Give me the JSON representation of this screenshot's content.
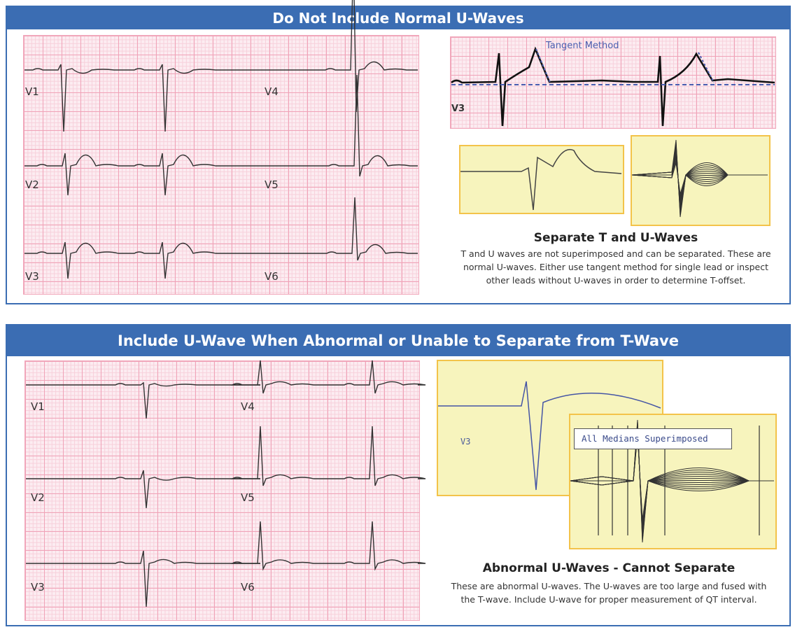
{
  "section1": {
    "title": "Do Not Include Normal U-Waves",
    "leads": [
      "V1",
      "V2",
      "V3",
      "V4",
      "V5",
      "V6"
    ],
    "tangent_label": "Tangent Method",
    "tangent_lead": "V3",
    "subtitle": "Separate T and U-Waves",
    "description_lines": [
      "T and U waves are not superimposed and can be separated. These are",
      "normal U-waves. Either use tangent method for single lead or inspect",
      "other leads without U-waves in order to determine T-offset."
    ]
  },
  "section2": {
    "title": "Include U-Wave When Abnormal or Unable to Separate from T-Wave",
    "leads": [
      "V1",
      "V2",
      "V3",
      "V4",
      "V5",
      "V6"
    ],
    "median_lead": "V3",
    "superimposed_label": "All Medians Superimposed",
    "subtitle": "Abnormal U-Waves - Cannot Separate",
    "description_lines": [
      "These are abnormal U-waves. The U-waves are too large and fused with",
      "the T-wave. Include U-wave for proper measurement of QT interval."
    ]
  },
  "colors": {
    "header": "#3b6db3",
    "grid_bg": "#fcecf1",
    "median_bg": "#f7f4bd"
  }
}
